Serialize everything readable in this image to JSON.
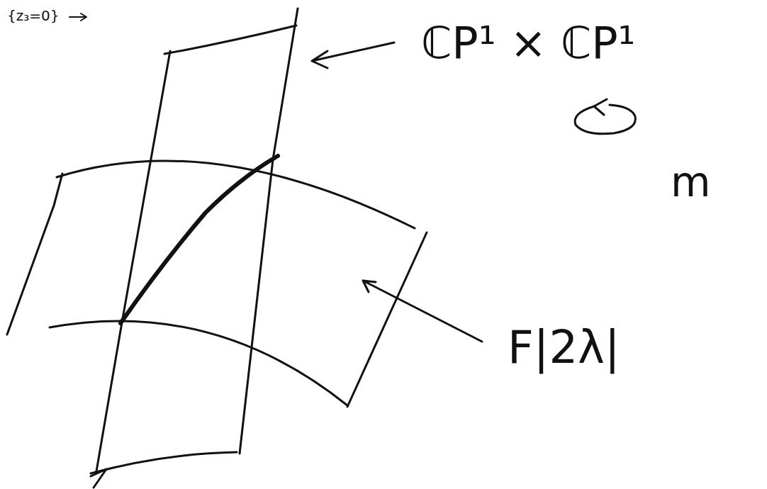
{
  "diagram": {
    "labels": [
      "{z₃=0}",
      "ℂP¹ × ℂP¹",
      "m",
      "F|2λ|"
    ]
  }
}
